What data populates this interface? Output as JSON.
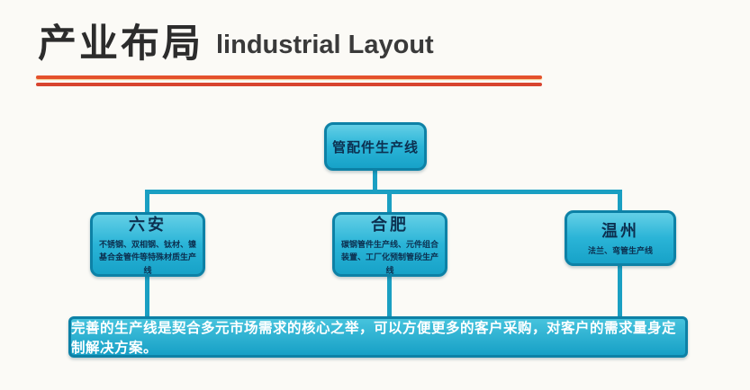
{
  "header": {
    "title_zh": "产业布局",
    "title_en": "lindustrial Layout"
  },
  "chart": {
    "type": "org-chart",
    "root": {
      "label": "管配件生产线"
    },
    "children": [
      {
        "label": "六安",
        "desc": "不锈钢、双相钢、钛材、镍基合金管件等特殊材质生产线"
      },
      {
        "label": "合肥",
        "desc": "碳钢管件生产线、元件组合装置、工厂化预制管段生产线"
      },
      {
        "label": "温州",
        "desc": "法兰、弯管生产线"
      }
    ],
    "summary": "完善的生产线是契合多元市场需求的核心之举，可以方便更多的客户采购，对客户的需求量身定制解决方案。"
  },
  "colors": {
    "box_fill": "#2ab4d7",
    "box_border": "#0d81a6",
    "connector": "#1a9fc2",
    "rule_accent": "#e4512c",
    "summary_text": "#ffffff",
    "title_text": "#2c2c2c"
  }
}
